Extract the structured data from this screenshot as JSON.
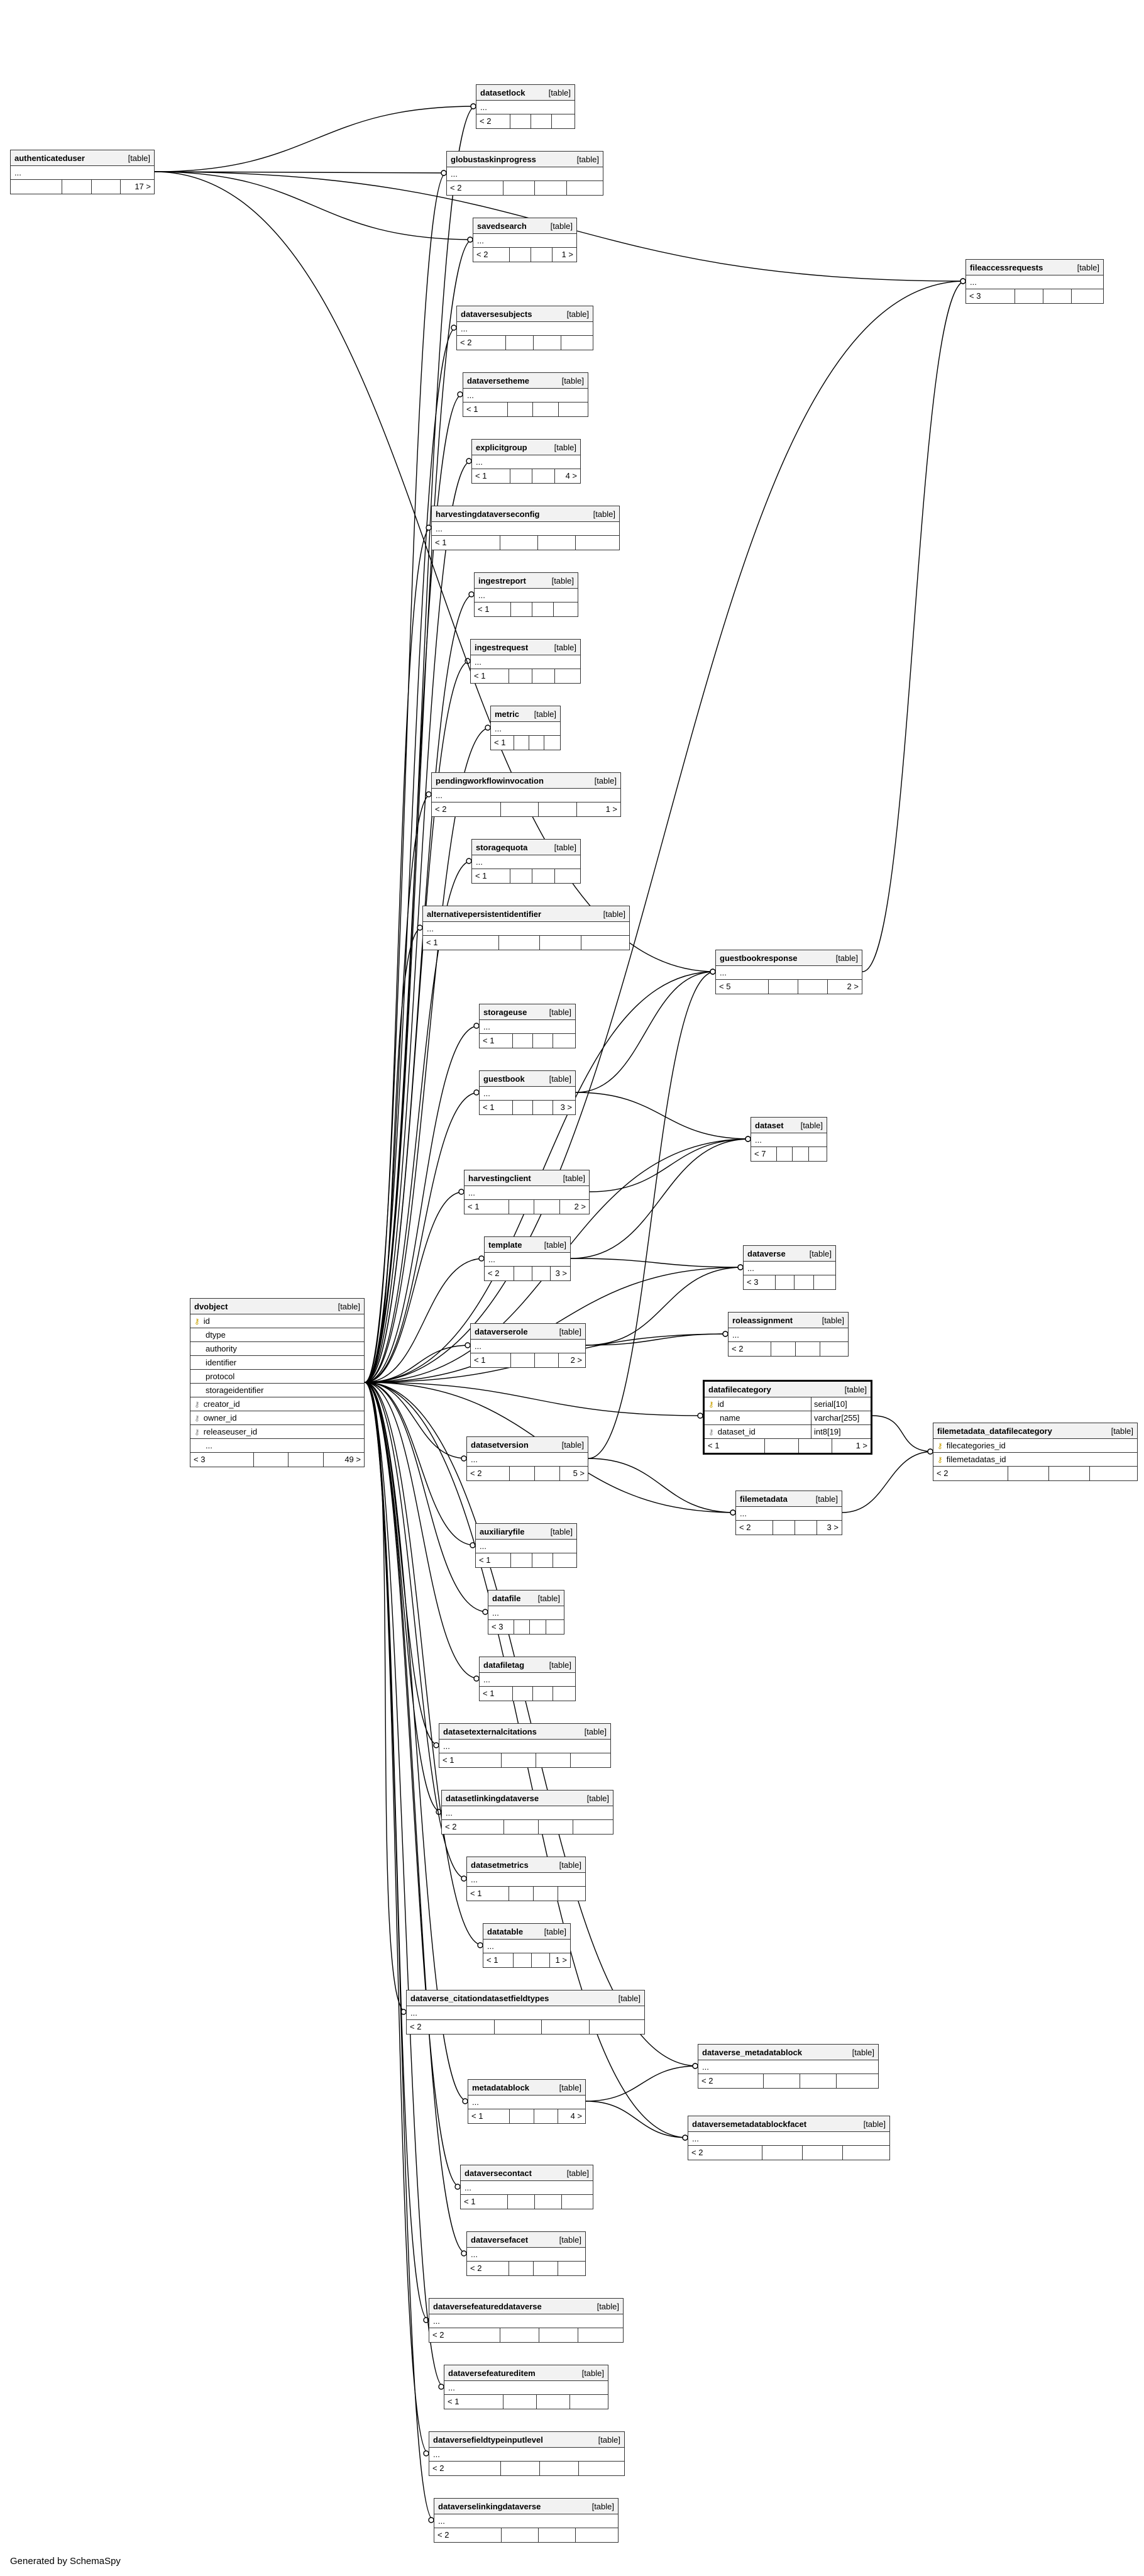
{
  "footer": "Generated by SchemaSpy",
  "table_tag": "[table]",
  "tables": [
    {
      "name": "authenticateduser",
      "left": "",
      "right": "17 >"
    },
    {
      "name": "datasetlock",
      "left": "< 2",
      "right": ""
    },
    {
      "name": "globustaskinprogress",
      "left": "< 2",
      "right": ""
    },
    {
      "name": "savedsearch",
      "left": "< 2",
      "right": "1 >"
    },
    {
      "name": "fileaccessrequests",
      "left": "< 3",
      "right": ""
    },
    {
      "name": "dataversesubjects",
      "left": "< 2",
      "right": ""
    },
    {
      "name": "dataversetheme",
      "left": "< 1",
      "right": ""
    },
    {
      "name": "explicitgroup",
      "left": "< 1",
      "right": "4 >"
    },
    {
      "name": "harvestingdataverseconfig",
      "left": "< 1",
      "right": ""
    },
    {
      "name": "ingestreport",
      "left": "< 1",
      "right": ""
    },
    {
      "name": "ingestrequest",
      "left": "< 1",
      "right": ""
    },
    {
      "name": "metric",
      "left": "< 1",
      "right": ""
    },
    {
      "name": "pendingworkflowinvocation",
      "left": "< 2",
      "right": "1 >"
    },
    {
      "name": "storagequota",
      "left": "< 1",
      "right": ""
    },
    {
      "name": "alternativepersistentidentifier",
      "left": "< 1",
      "right": ""
    },
    {
      "name": "guestbookresponse",
      "left": "< 5",
      "right": "2 >"
    },
    {
      "name": "storageuse",
      "left": "< 1",
      "right": ""
    },
    {
      "name": "guestbook",
      "left": "< 1",
      "right": "3 >"
    },
    {
      "name": "dataset",
      "left": "< 7",
      "right": ""
    },
    {
      "name": "harvestingclient",
      "left": "< 1",
      "right": "2 >"
    },
    {
      "name": "template",
      "left": "< 2",
      "right": "3 >"
    },
    {
      "name": "dataverse",
      "left": "< 3",
      "right": ""
    },
    {
      "name": "dvobject",
      "left": "< 3",
      "right": "49 >"
    },
    {
      "name": "dataverserole",
      "left": "< 1",
      "right": "2 >"
    },
    {
      "name": "roleassignment",
      "left": "< 2",
      "right": ""
    },
    {
      "name": "datafilecategory",
      "left": "< 1",
      "right": "1 >"
    },
    {
      "name": "filemetadata_datafilecategory",
      "left": "< 2",
      "right": ""
    },
    {
      "name": "datasetversion",
      "left": "< 2",
      "right": "5 >"
    },
    {
      "name": "filemetadata",
      "left": "< 2",
      "right": "3 >"
    },
    {
      "name": "auxiliaryfile",
      "left": "< 1",
      "right": ""
    },
    {
      "name": "datafile",
      "left": "< 3",
      "right": ""
    },
    {
      "name": "datafiletag",
      "left": "< 1",
      "right": ""
    },
    {
      "name": "datasetexternalcitations",
      "left": "< 1",
      "right": ""
    },
    {
      "name": "datasetlinkingdataverse",
      "left": "< 2",
      "right": ""
    },
    {
      "name": "datasetmetrics",
      "left": "< 1",
      "right": ""
    },
    {
      "name": "datatable",
      "left": "< 1",
      "right": "1 >"
    },
    {
      "name": "dataverse_citationdatasetfieldtypes",
      "left": "< 2",
      "right": ""
    },
    {
      "name": "dataverse_metadatablock",
      "left": "< 2",
      "right": ""
    },
    {
      "name": "metadatablock",
      "left": "< 1",
      "right": "4 >"
    },
    {
      "name": "dataversemetadatablockfacet",
      "left": "< 2",
      "right": ""
    },
    {
      "name": "dataversecontact",
      "left": "< 1",
      "right": ""
    },
    {
      "name": "dataversefacet",
      "left": "< 2",
      "right": ""
    },
    {
      "name": "dataversefeatureddataverse",
      "left": "< 2",
      "right": ""
    },
    {
      "name": "dataversefeatureditem",
      "left": "< 1",
      "right": ""
    },
    {
      "name": "dataversefieldtypeinputlevel",
      "left": "< 2",
      "right": ""
    },
    {
      "name": "dataverselinkingdataverse",
      "left": "< 2",
      "right": ""
    }
  ],
  "columns": {
    "dvobject": [
      {
        "name": "id",
        "marker": "key"
      },
      {
        "name": "dtype",
        "marker": ""
      },
      {
        "name": "authority",
        "marker": ""
      },
      {
        "name": "identifier",
        "marker": ""
      },
      {
        "name": "protocol",
        "marker": ""
      },
      {
        "name": "storageidentifier",
        "marker": ""
      },
      {
        "name": "creator_id",
        "marker": "fk"
      },
      {
        "name": "owner_id",
        "marker": "fk"
      },
      {
        "name": "releaseuser_id",
        "marker": "fk"
      },
      {
        "name": "...",
        "marker": ""
      }
    ],
    "datafilecategory": [
      {
        "name": "id",
        "type": "serial[10]",
        "marker": "key"
      },
      {
        "name": "name",
        "type": "varchar[255]",
        "marker": ""
      },
      {
        "name": "dataset_id",
        "type": "int8[19]",
        "marker": "fk"
      }
    ],
    "filemetadata_datafilecategory": [
      {
        "name": "filecategories_id",
        "marker": "key"
      },
      {
        "name": "filemetadatas_id",
        "marker": "key"
      }
    ]
  },
  "ellipsis": "...",
  "key_icon": "key-icon",
  "fk_icon": "foreign-key-icon"
}
